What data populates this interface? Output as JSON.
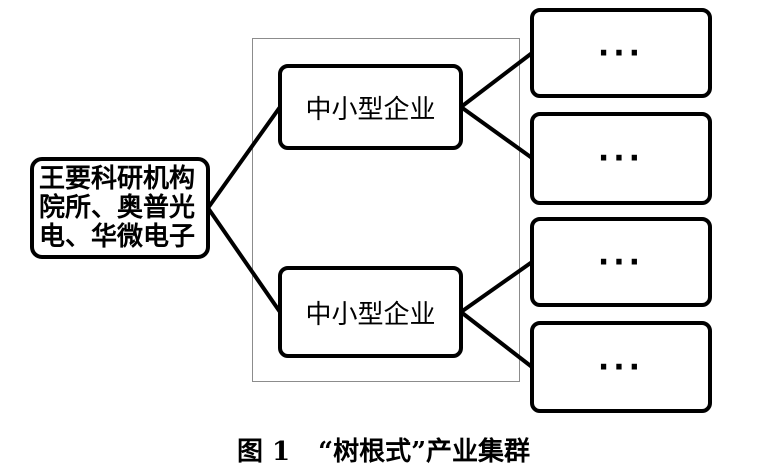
{
  "root": {
    "lines": [
      "王要科研机构",
      "院所、奥普光",
      "电、华微电子"
    ]
  },
  "middle": [
    {
      "label": "中小型企业"
    },
    {
      "label": "中小型企业"
    }
  ],
  "leaves": [
    {
      "label": "···"
    },
    {
      "label": "···"
    },
    {
      "label": "···"
    },
    {
      "label": "···"
    }
  ],
  "caption": {
    "figure_number": "图 1",
    "title": "“树根式”产业集群"
  },
  "colors": {
    "node_border": "#000000",
    "edge": "#000000",
    "group_border": "#8c8c8c",
    "background": "#ffffff"
  }
}
